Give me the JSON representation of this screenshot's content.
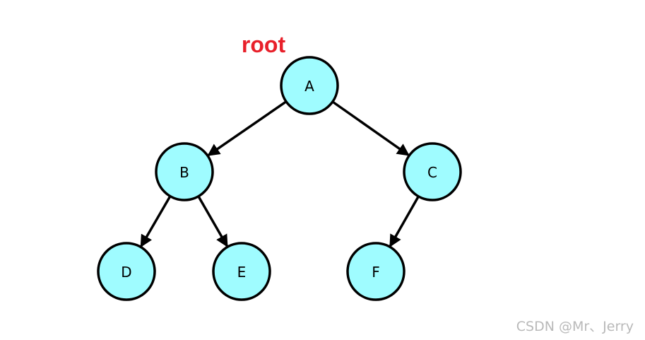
{
  "root_label": "root",
  "watermark": "CSDN @Mr、Jerry",
  "colors": {
    "node_fill": "#9ffcff",
    "node_stroke": "#000000",
    "edge": "#000000",
    "root_label": "#e8202a",
    "watermark": "#b9b9b9"
  },
  "nodes": [
    {
      "id": "A",
      "label": "A"
    },
    {
      "id": "B",
      "label": "B"
    },
    {
      "id": "C",
      "label": "C"
    },
    {
      "id": "D",
      "label": "D"
    },
    {
      "id": "E",
      "label": "E"
    },
    {
      "id": "F",
      "label": "F"
    }
  ],
  "edges": [
    {
      "from": "A",
      "to": "B"
    },
    {
      "from": "A",
      "to": "C"
    },
    {
      "from": "B",
      "to": "D"
    },
    {
      "from": "B",
      "to": "E"
    },
    {
      "from": "C",
      "to": "F"
    }
  ]
}
